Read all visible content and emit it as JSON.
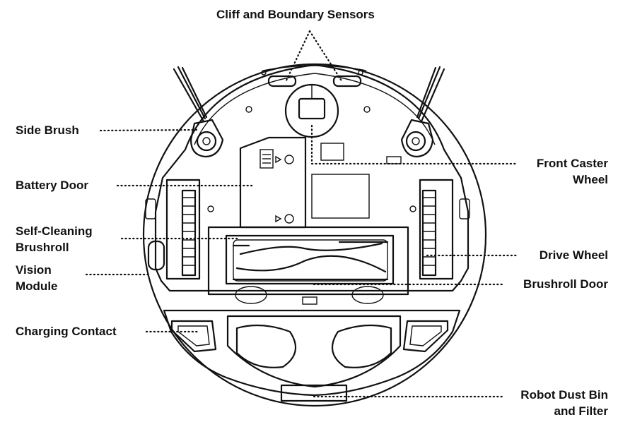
{
  "diagram": {
    "labels": {
      "cliff_sensors": "Cliff and Boundary Sensors",
      "side_brush": "Side Brush",
      "battery_door": "Battery Door",
      "self_cleaning_1": "Self-Cleaning",
      "self_cleaning_2": "Brushroll",
      "vision_1": "Vision",
      "vision_2": "Module",
      "charging_contact": "Charging Contact",
      "front_caster_1": "Front Caster",
      "front_caster_2": "Wheel",
      "drive_wheel": "Drive Wheel",
      "brushroll_door": "Brushroll Door",
      "dust_bin_1": "Robot Dust Bin",
      "dust_bin_2": "and Filter"
    }
  }
}
